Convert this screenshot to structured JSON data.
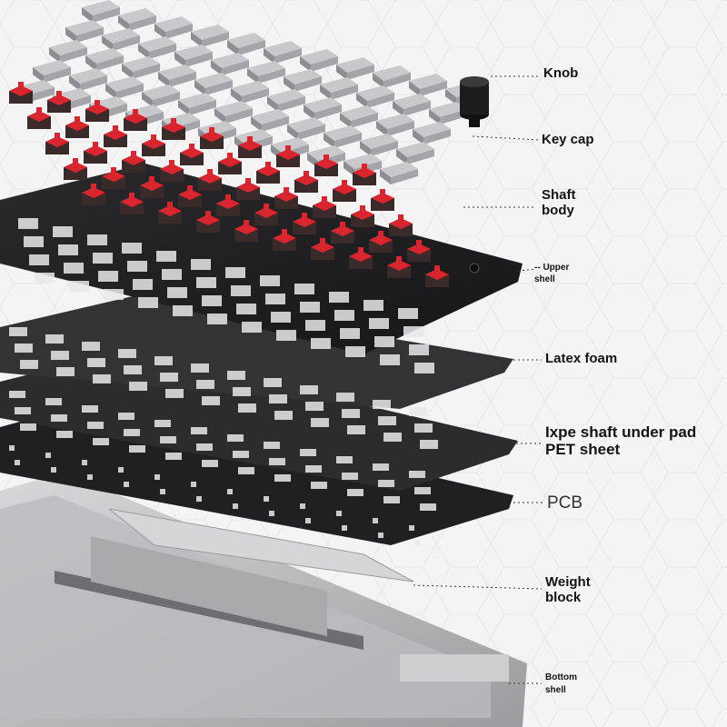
{
  "labels": {
    "knob": "Knob",
    "key_cap": "Key cap",
    "shaft_body_line1": "Shaft",
    "shaft_body_line2": "body",
    "upper_shell_line1": "-- Upper",
    "upper_shell_line2": "shell",
    "latex_foam": "Latex foam",
    "ixpe_pad": "Ixpe shaft under pad",
    "pet_sheet": "PET sheet",
    "pcb": "PCB",
    "weight_block_line1": "Weight",
    "weight_block_line2": "block",
    "bottom_shell_line1": "Bottom",
    "bottom_shell_line2": "shell"
  },
  "colors": {
    "background": "#f4f4f5",
    "label_text": "#141414",
    "leader_line": "#3a3a3a",
    "keycap_light": "#c9c9cc",
    "keycap_dark": "#8e8e92",
    "switch_red": "#d8252e",
    "switch_housing": "#3a2a2a",
    "plate_black": "#1e1e20",
    "foam_dark": "#2b2b2d",
    "case_light": "#b9b9bc"
  }
}
